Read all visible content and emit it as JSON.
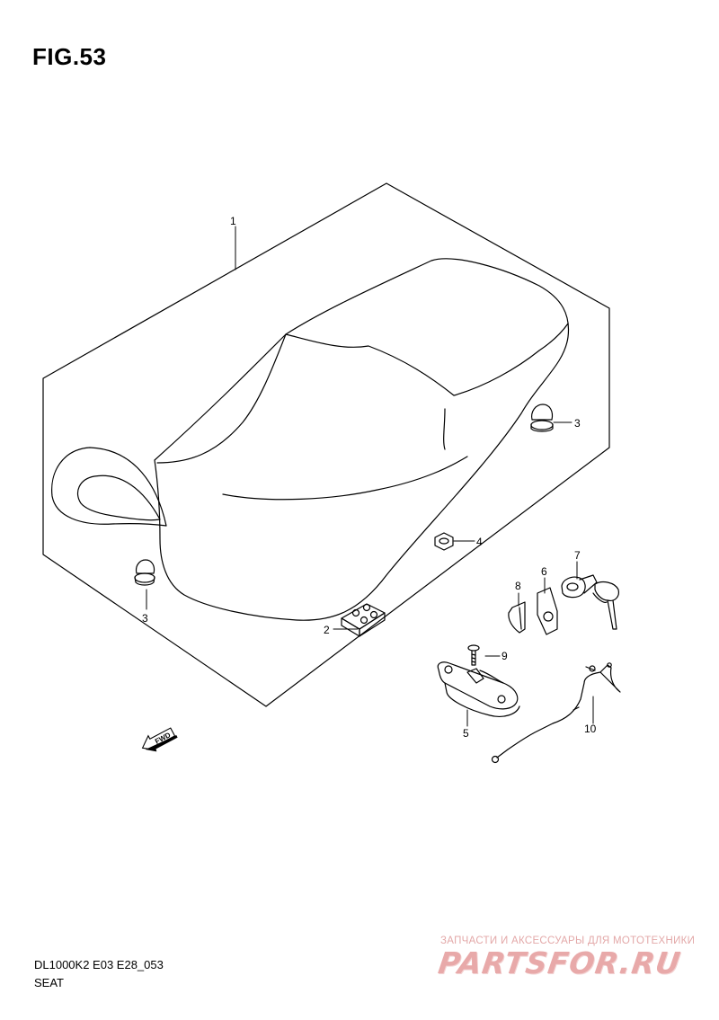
{
  "figure": {
    "title": "FIG.53"
  },
  "callouts": {
    "c1": "1",
    "c2": "2",
    "c3a": "3",
    "c3b": "3",
    "c4": "4",
    "c5": "5",
    "c6": "6",
    "c7": "7",
    "c8": "8",
    "c9": "9",
    "c10": "10"
  },
  "direction_label": "FWD",
  "footer": {
    "code": "DL1000K2 E03 E28_053",
    "name": "SEAT"
  },
  "watermark": {
    "tagline": "ЗАПЧАСТИ И АКСЕССУАРЫ ДЛЯ МОТОТЕХНИКИ",
    "logo": "PARTSFOR.RU"
  }
}
